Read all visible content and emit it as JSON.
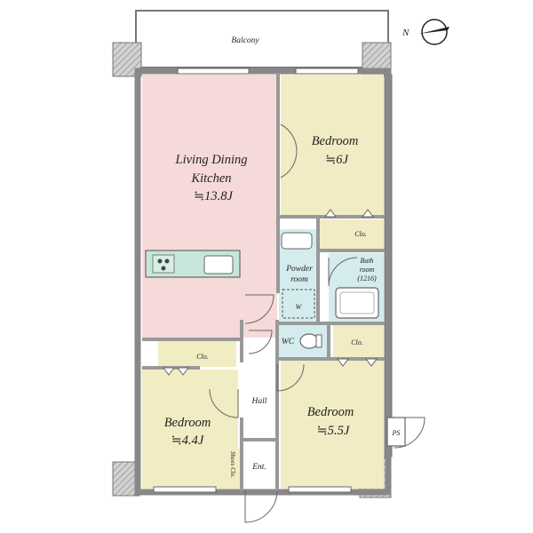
{
  "compass": {
    "label": "N"
  },
  "rooms": {
    "balcony": "Balcony",
    "ldk": {
      "line1": "Living Dining",
      "line2": "Kitchen",
      "size": "≒13.8J"
    },
    "bedroom_north": {
      "name": "Bedroom",
      "size": "≒6J"
    },
    "bedroom_east": {
      "name": "Bedroom",
      "size": "≒5.5J"
    },
    "bedroom_west": {
      "name": "Bedroom",
      "size": "≒4.4J"
    },
    "powder": {
      "line1": "Powder",
      "line2": "room",
      "w": "W"
    },
    "bath": {
      "line1": "Bath",
      "line2": "room",
      "line3": "(1216)"
    },
    "wc": "WC",
    "clo_north": "Clo.",
    "clo_mid": "Clo.",
    "clo_ldk": "Clo.",
    "hall": "Hall",
    "entrance": "Ent.",
    "shoes": "Shoes Clo.",
    "ps": "PS"
  },
  "colors": {
    "ldk": "#f6d9d9",
    "bedroom": "#f2ecc4",
    "wet": "#d4ecee",
    "wall": "#8c8c8c",
    "hatch": "#c0c0c0",
    "counter": "#c7e6d9"
  }
}
